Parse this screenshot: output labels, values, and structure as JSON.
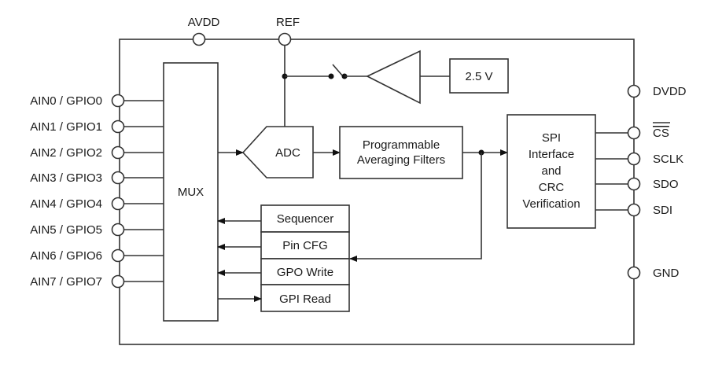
{
  "top_pins": {
    "avdd": "AVDD",
    "ref": "REF"
  },
  "left_pins": [
    "AIN0 / GPIO0",
    "AIN1 / GPIO1",
    "AIN2 / GPIO2",
    "AIN3 / GPIO3",
    "AIN4 / GPIO4",
    "AIN5 / GPIO5",
    "AIN6 / GPIO6",
    "AIN7 / GPIO7"
  ],
  "right_pins": {
    "dvdd": "DVDD",
    "cs": "CS",
    "sclk": "SCLK",
    "sdo": "SDO",
    "sdi": "SDI",
    "gnd": "GND"
  },
  "blocks": {
    "mux": "MUX",
    "adc": "ADC",
    "vref": "2.5 V",
    "filters": [
      "Programmable",
      "Averaging Filters"
    ],
    "spi": [
      "SPI",
      "Interface",
      "and",
      "CRC",
      "Verification"
    ],
    "control": [
      "Sequencer",
      "Pin CFG",
      "GPO Write",
      "GPI Read"
    ]
  }
}
